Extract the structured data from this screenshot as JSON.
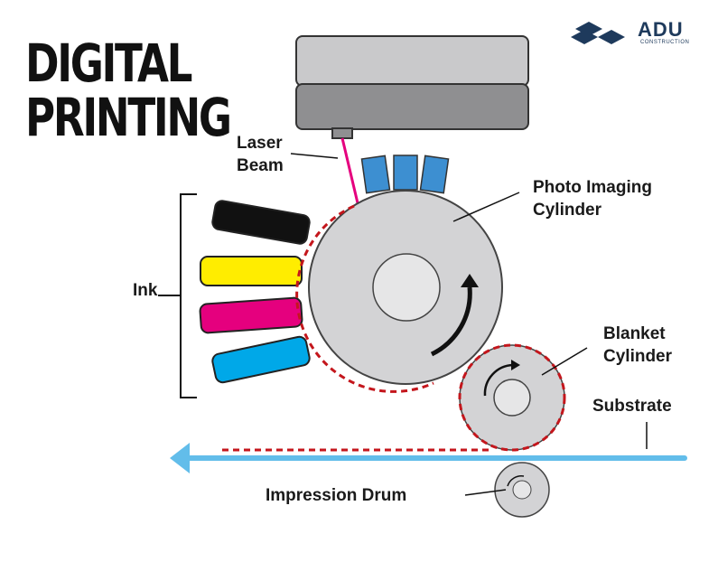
{
  "title": {
    "line1": "DIGITAL",
    "line2": "PRINTING"
  },
  "logo": {
    "name": "ADU",
    "subtitle": "CONSTRUCTION"
  },
  "labels": {
    "laser_beam_1": "Laser",
    "laser_beam_2": "Beam",
    "photo_imaging_1": "Photo Imaging",
    "photo_imaging_2": "Cylinder",
    "ink": "Ink",
    "blanket_1": "Blanket",
    "blanket_2": "Cylinder",
    "substrate": "Substrate",
    "impression_drum": "Impression Drum"
  },
  "colors": {
    "black": "#111111",
    "yellow": "#ffed00",
    "magenta": "#e5007e",
    "cyan": "#00a8e8",
    "substrate": "#62bdea",
    "dashed": "#c4161c",
    "toner": "#3d8fd1",
    "logo": "#1e3a5c"
  }
}
